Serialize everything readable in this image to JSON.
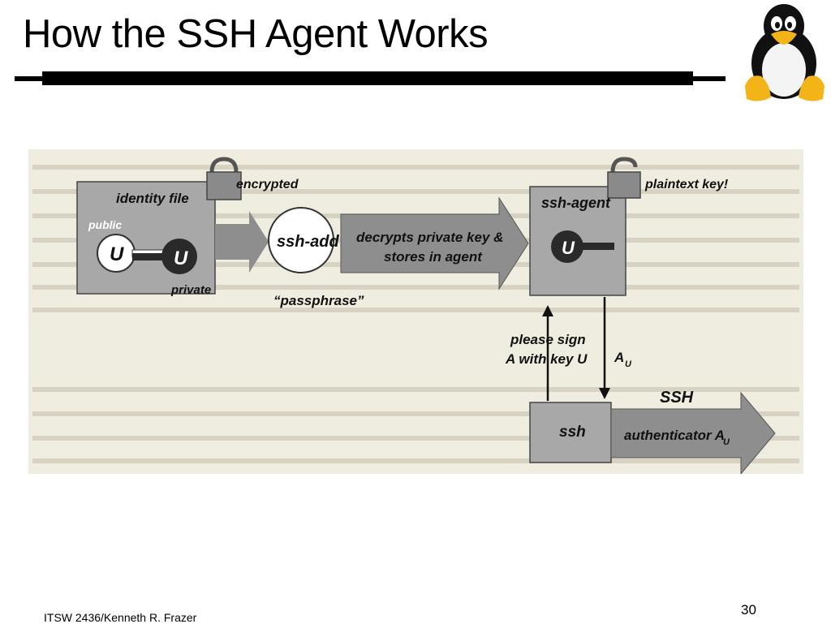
{
  "slide": {
    "title": "How the SSH Agent Works",
    "footer": "ITSW 2436/Kenneth R. Frazer",
    "page_number": "30"
  },
  "diagram": {
    "identity_file": "identity file",
    "encrypted": "encrypted",
    "public": "public",
    "private": "private",
    "key_letter": "U",
    "ssh_add": "ssh-add",
    "passphrase": "“passphrase”",
    "decrypts_line1": "decrypts private key &",
    "decrypts_line2": "stores in agent",
    "plaintext_key": "plaintext key!",
    "ssh_agent": "ssh-agent",
    "please_sign_line1": "please sign",
    "please_sign_line2": "A with key U",
    "au_letter": "A",
    "au_sub": "U",
    "ssh_label": "SSH",
    "ssh_client": "ssh",
    "authenticator": "authenticator A",
    "authenticator_sub": "U"
  },
  "colors": {
    "figure_bg": "#efece0",
    "box_gray": "#a8a8a8",
    "arrow_gray": "#8e8e8e",
    "key_dark": "#2a2a2a"
  }
}
